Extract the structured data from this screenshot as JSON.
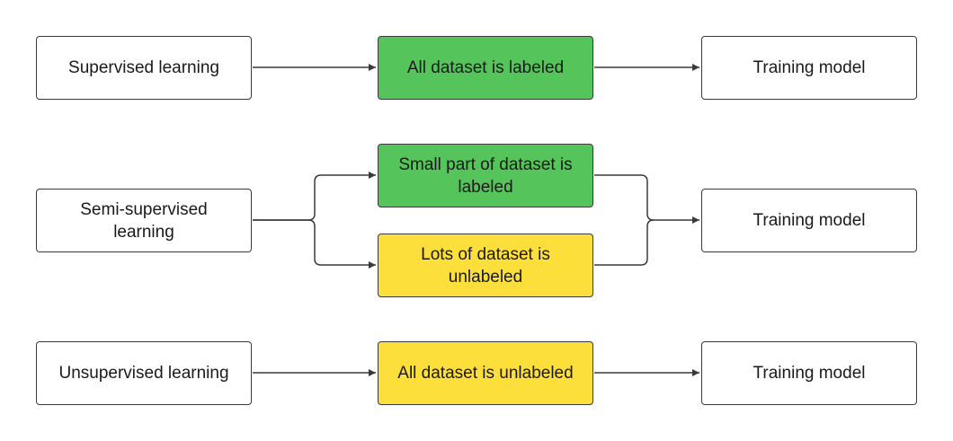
{
  "colors": {
    "labeled": "#55c45a",
    "unlabeled": "#fddf3c",
    "outline": "#3a3a3a",
    "arrow": "#3a3a3a"
  },
  "rows": {
    "supervised": {
      "source": "Supervised learning",
      "data": "All dataset is labeled",
      "target": "Training model"
    },
    "semi_supervised": {
      "source": "Semi-supervised learning",
      "data_labeled": "Small part of dataset is labeled",
      "data_unlabeled": "Lots of dataset is unlabeled",
      "target": "Training model"
    },
    "unsupervised": {
      "source": "Unsupervised learning",
      "data": "All dataset is unlabeled",
      "target": "Training model"
    }
  }
}
